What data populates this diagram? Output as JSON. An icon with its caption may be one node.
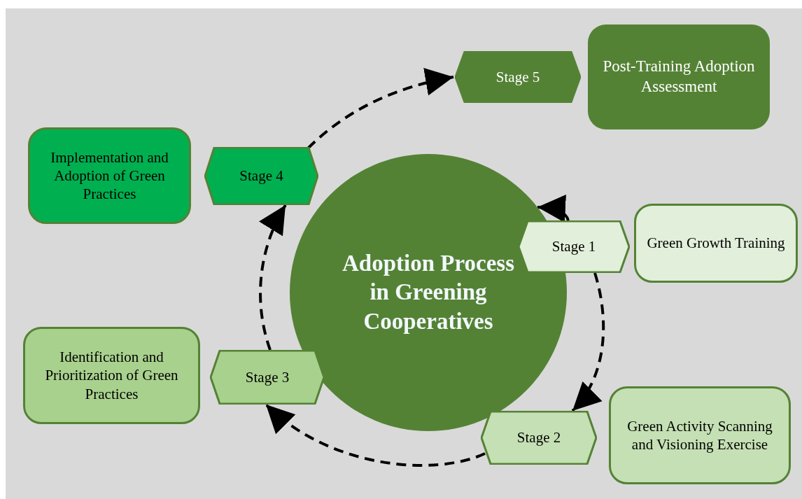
{
  "diagram": {
    "nodes": [
      {
        "text": [
          "Post-Training Adoption Assessment"
        ]
      },
      {
        "text": [
          "Stage 5"
        ]
      },
      {
        "text": [
          "Implementation and Adoption of Green Practices"
        ]
      },
      {
        "text": [
          "Stage 4"
        ]
      },
      {
        "text": [
          "Adoption Process in Greening Cooperatives"
        ]
      },
      {
        "text": [
          "Stage 1"
        ]
      },
      {
        "text": [
          "Green Growth Training"
        ]
      },
      {
        "text": [
          "Identification and Prioritization of Green Practices"
        ]
      },
      {
        "text": [
          "Stage 3"
        ]
      },
      {
        "text": [
          "Stage 2"
        ]
      },
      {
        "text": [
          "Green Activity Scanning and Visioning Exercise"
        ]
      }
    ],
    "edges": [
      {
        "from": 5,
        "to": 4,
        "arrow": "to"
      },
      {
        "from": 5,
        "to": 9,
        "arrow": "to",
        "style": "dashed"
      },
      {
        "from": 9,
        "to": 8,
        "arrow": "to",
        "style": "dashed"
      },
      {
        "from": 8,
        "to": 3,
        "arrow": "to",
        "style": "dashed"
      },
      {
        "from": 3,
        "to": 1,
        "arrow": "to",
        "style": "dashed"
      }
    ]
  }
}
